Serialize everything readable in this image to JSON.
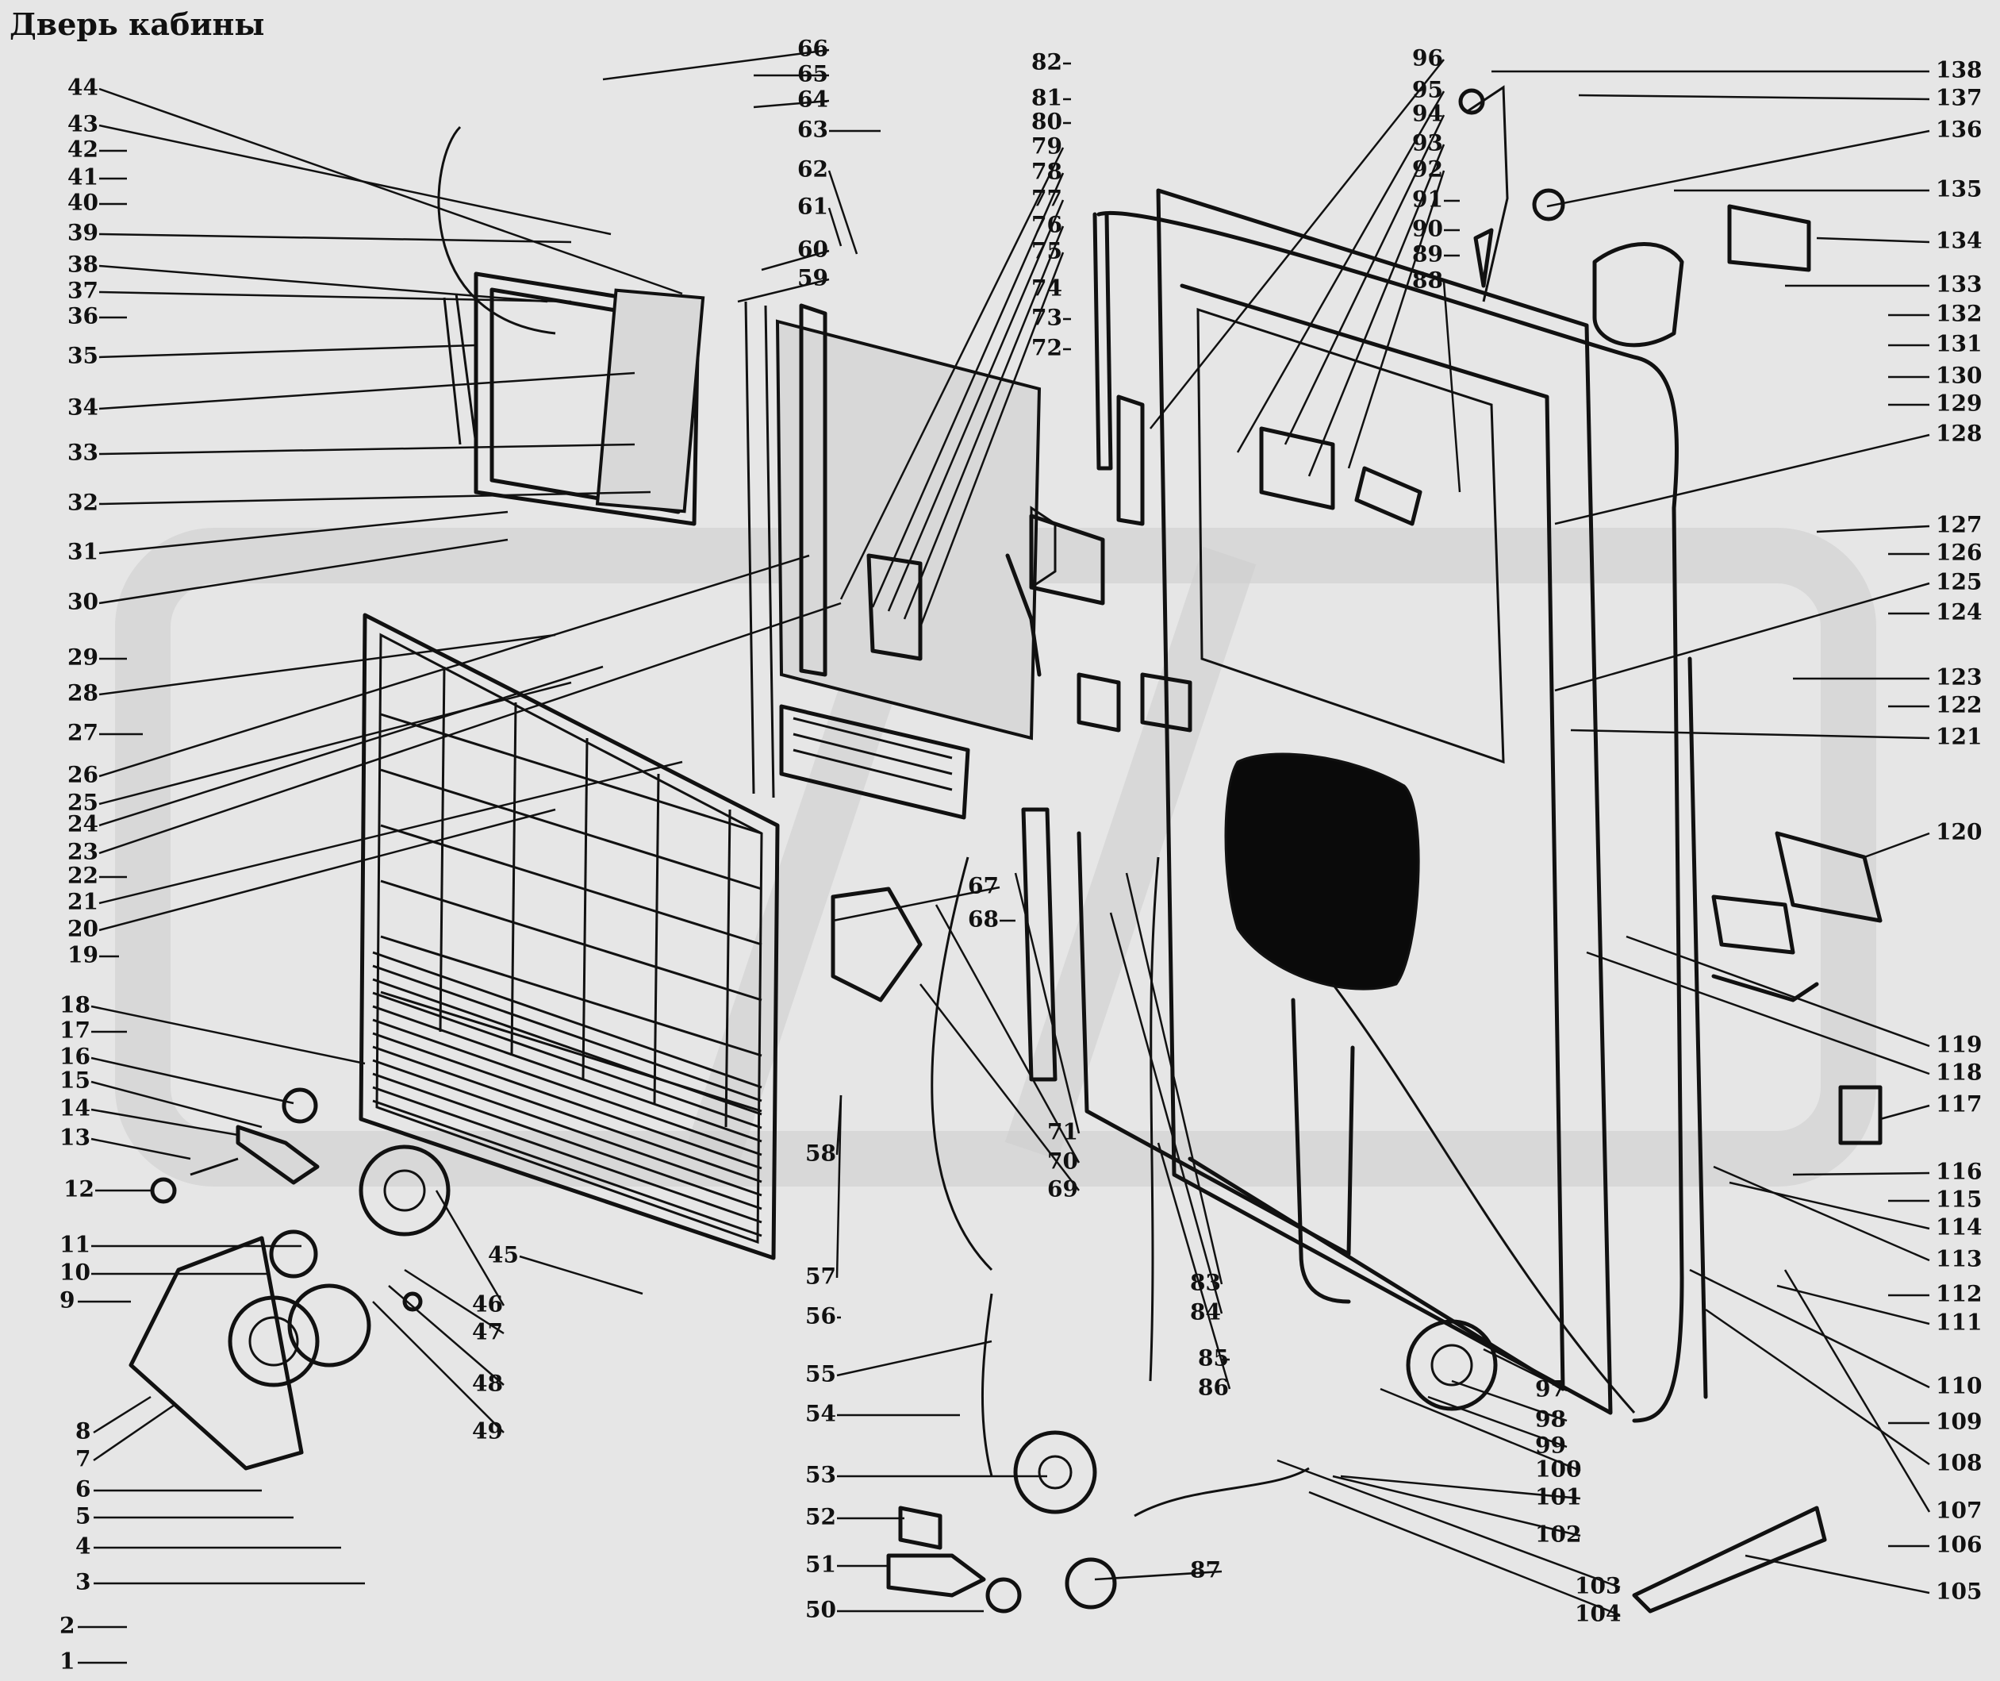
{
  "title": "Дверь кабины",
  "labels": [
    {
      "id": "1",
      "text": "1"
    },
    {
      "id": "2",
      "text": "2"
    },
    {
      "id": "3",
      "text": "3"
    },
    {
      "id": "4",
      "text": "4"
    },
    {
      "id": "5",
      "text": "5"
    },
    {
      "id": "6",
      "text": "6"
    },
    {
      "id": "7",
      "text": "7"
    },
    {
      "id": "8",
      "text": "8"
    },
    {
      "id": "9",
      "text": "9"
    },
    {
      "id": "10",
      "text": "10"
    },
    {
      "id": "11",
      "text": "11"
    },
    {
      "id": "12",
      "text": "12"
    },
    {
      "id": "13",
      "text": "13"
    },
    {
      "id": "14",
      "text": "14"
    },
    {
      "id": "15",
      "text": "15"
    },
    {
      "id": "16",
      "text": "16"
    },
    {
      "id": "17",
      "text": "17"
    },
    {
      "id": "18",
      "text": "18"
    },
    {
      "id": "19",
      "text": "19"
    },
    {
      "id": "20",
      "text": "20"
    },
    {
      "id": "21",
      "text": "21"
    },
    {
      "id": "22",
      "text": "22"
    },
    {
      "id": "23",
      "text": "23"
    },
    {
      "id": "24",
      "text": "24"
    },
    {
      "id": "25",
      "text": "25"
    },
    {
      "id": "26",
      "text": "26"
    },
    {
      "id": "27",
      "text": "27"
    },
    {
      "id": "28",
      "text": "28"
    },
    {
      "id": "29",
      "text": "29"
    },
    {
      "id": "30",
      "text": "30"
    },
    {
      "id": "31",
      "text": "31"
    },
    {
      "id": "32",
      "text": "32"
    },
    {
      "id": "33",
      "text": "33"
    },
    {
      "id": "34",
      "text": "34"
    },
    {
      "id": "35",
      "text": "35"
    },
    {
      "id": "36",
      "text": "36"
    },
    {
      "id": "37",
      "text": "37"
    },
    {
      "id": "38",
      "text": "38"
    },
    {
      "id": "39",
      "text": "39"
    },
    {
      "id": "40",
      "text": "40"
    },
    {
      "id": "41",
      "text": "41"
    },
    {
      "id": "42",
      "text": "42"
    },
    {
      "id": "43",
      "text": "43"
    },
    {
      "id": "44",
      "text": "44"
    },
    {
      "id": "45",
      "text": "45"
    },
    {
      "id": "46",
      "text": "46"
    },
    {
      "id": "47",
      "text": "47"
    },
    {
      "id": "48",
      "text": "48"
    },
    {
      "id": "49",
      "text": "49"
    },
    {
      "id": "50",
      "text": "50"
    },
    {
      "id": "51",
      "text": "51"
    },
    {
      "id": "52",
      "text": "52"
    },
    {
      "id": "53",
      "text": "53"
    },
    {
      "id": "54",
      "text": "54"
    },
    {
      "id": "55",
      "text": "55"
    },
    {
      "id": "56",
      "text": "56"
    },
    {
      "id": "57",
      "text": "57"
    },
    {
      "id": "58",
      "text": "58"
    },
    {
      "id": "59",
      "text": "59"
    },
    {
      "id": "60",
      "text": "60"
    },
    {
      "id": "61",
      "text": "61"
    },
    {
      "id": "62",
      "text": "62"
    },
    {
      "id": "63",
      "text": "63"
    },
    {
      "id": "64",
      "text": "64"
    },
    {
      "id": "65",
      "text": "65"
    },
    {
      "id": "66",
      "text": "66"
    },
    {
      "id": "67",
      "text": "67"
    },
    {
      "id": "68",
      "text": "68"
    },
    {
      "id": "69",
      "text": "69"
    },
    {
      "id": "70",
      "text": "70"
    },
    {
      "id": "71",
      "text": "71"
    },
    {
      "id": "72",
      "text": "72"
    },
    {
      "id": "73",
      "text": "73"
    },
    {
      "id": "74",
      "text": "74"
    },
    {
      "id": "75",
      "text": "75"
    },
    {
      "id": "76",
      "text": "76"
    },
    {
      "id": "77",
      "text": "77"
    },
    {
      "id": "78",
      "text": "78"
    },
    {
      "id": "79",
      "text": "79"
    },
    {
      "id": "80",
      "text": "80"
    },
    {
      "id": "81",
      "text": "81"
    },
    {
      "id": "82",
      "text": "82"
    },
    {
      "id": "83",
      "text": "83"
    },
    {
      "id": "84",
      "text": "84"
    },
    {
      "id": "85",
      "text": "85"
    },
    {
      "id": "86",
      "text": "86"
    },
    {
      "id": "87",
      "text": "87"
    },
    {
      "id": "88",
      "text": "88"
    },
    {
      "id": "89",
      "text": "89"
    },
    {
      "id": "90",
      "text": "90"
    },
    {
      "id": "91",
      "text": "91"
    },
    {
      "id": "92",
      "text": "92"
    },
    {
      "id": "93",
      "text": "93"
    },
    {
      "id": "94",
      "text": "94"
    },
    {
      "id": "95",
      "text": "95"
    },
    {
      "id": "96",
      "text": "96"
    },
    {
      "id": "97",
      "text": "97"
    },
    {
      "id": "98",
      "text": "98"
    },
    {
      "id": "99",
      "text": "99"
    },
    {
      "id": "100",
      "text": "100"
    },
    {
      "id": "101",
      "text": "101"
    },
    {
      "id": "102",
      "text": "102"
    },
    {
      "id": "103",
      "text": "103"
    },
    {
      "id": "104",
      "text": "104"
    },
    {
      "id": "105",
      "text": "105"
    },
    {
      "id": "106",
      "text": "106"
    },
    {
      "id": "107",
      "text": "107"
    },
    {
      "id": "108",
      "text": "108"
    },
    {
      "id": "109",
      "text": "109"
    },
    {
      "id": "110",
      "text": "110"
    },
    {
      "id": "111",
      "text": "111"
    },
    {
      "id": "112",
      "text": "112"
    },
    {
      "id": "113",
      "text": "113"
    },
    {
      "id": "114",
      "text": "114"
    },
    {
      "id": "115",
      "text": "115"
    },
    {
      "id": "116",
      "text": "116"
    },
    {
      "id": "117",
      "text": "117"
    },
    {
      "id": "118",
      "text": "118"
    },
    {
      "id": "119",
      "text": "119"
    },
    {
      "id": "120",
      "text": "120"
    },
    {
      "id": "121",
      "text": "121"
    },
    {
      "id": "122",
      "text": "122"
    },
    {
      "id": "123",
      "text": "123"
    },
    {
      "id": "124",
      "text": "124"
    },
    {
      "id": "125",
      "text": "125"
    },
    {
      "id": "126",
      "text": "126"
    },
    {
      "id": "127",
      "text": "127"
    },
    {
      "id": "128",
      "text": "128"
    },
    {
      "id": "129",
      "text": "129"
    },
    {
      "id": "130",
      "text": "130"
    },
    {
      "id": "131",
      "text": "131"
    },
    {
      "id": "132",
      "text": "132"
    },
    {
      "id": "133",
      "text": "133"
    },
    {
      "id": "134",
      "text": "134"
    },
    {
      "id": "135",
      "text": "135"
    },
    {
      "id": "136",
      "text": "136"
    },
    {
      "id": "137",
      "text": "137"
    },
    {
      "id": "138",
      "text": "138"
    }
  ]
}
